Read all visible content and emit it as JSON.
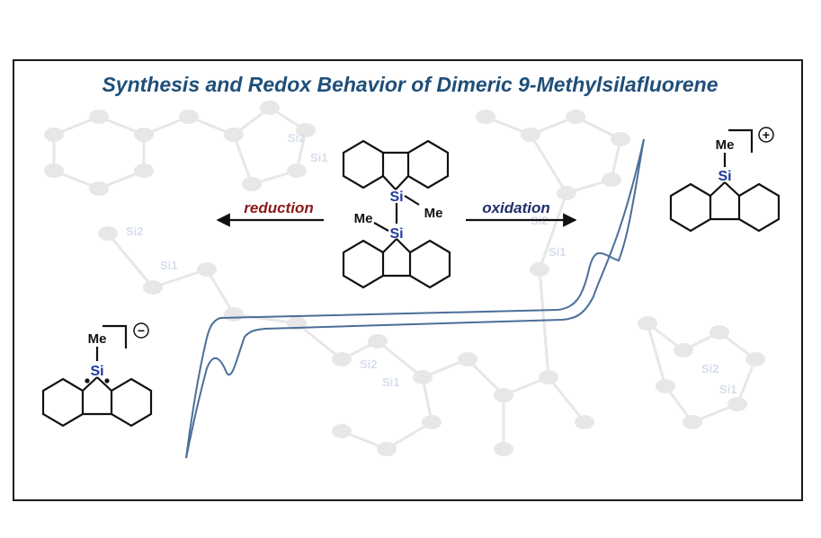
{
  "title": "Synthesis and Redox Behavior of Dimeric 9-Methylsilafluorene",
  "labels": {
    "reduction": "reduction",
    "oxidation": "oxidation",
    "si": "Si",
    "me": "Me",
    "plus": "+",
    "minus": "−"
  },
  "background_labels": [
    "Si1",
    "Si2"
  ],
  "colors": {
    "title": "#1f4e79",
    "reduction": "#8b1a1a",
    "oxidation": "#1f2f6b",
    "silicon": "#1f3a9c",
    "curve": "#4a6f98",
    "frame": "#1a1a1a",
    "watermark": "#d4d4d4"
  },
  "icons": [
    "left-arrow-icon",
    "right-arrow-icon",
    "anion-radical-icon",
    "cation-icon"
  ]
}
